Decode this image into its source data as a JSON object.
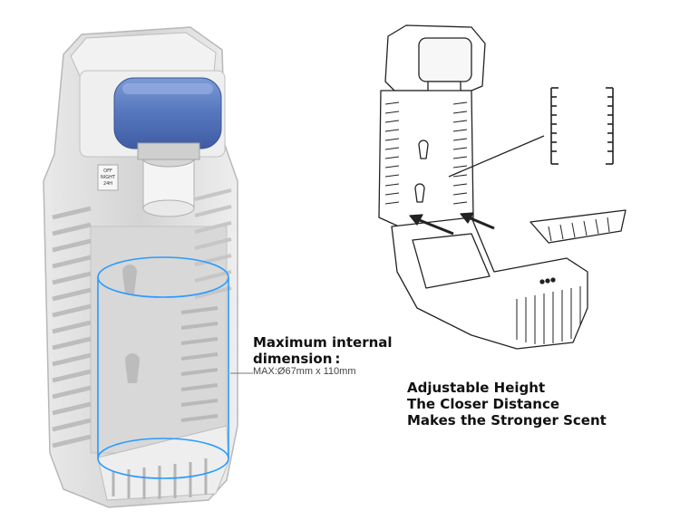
{
  "dimension": {
    "title_line1": "Maximum internal",
    "title_line2": "dimension :",
    "value": "MAX:Ø67mm x 110mm"
  },
  "adjust": {
    "line1": "Adjustable Height",
    "line2": "The Closer Distance",
    "line3": "Makes the Stronger Scent"
  },
  "unit_label": {
    "line1": "OFF",
    "line2": "NIGHT",
    "line3": "24H"
  },
  "colors": {
    "accent_blue": "#2a9bff",
    "refill_blue": "#5b7fc2",
    "body_gray": "#dcdcdc",
    "line_black": "#222222"
  }
}
